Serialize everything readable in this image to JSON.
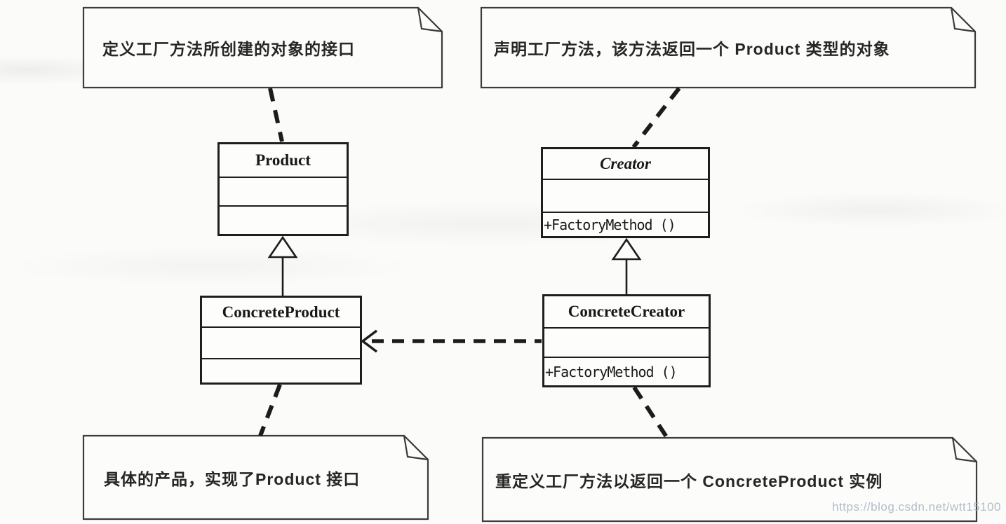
{
  "diagram": {
    "type": "uml-class-diagram",
    "pattern": "Factory Method",
    "notes": {
      "top_left": "定义工厂方法所创建的对象的接口",
      "top_right": "声明工厂方法，该方法返回一个 Product 类型的对象",
      "bottom_left": "具体的产品，实现了Product 接口",
      "bottom_right": "重定义工厂方法以返回一个 ConcreteProduct 实例"
    },
    "classes": {
      "product": {
        "name": "Product",
        "attributes": "",
        "operations": ""
      },
      "creator": {
        "name": "Creator",
        "attributes": "",
        "operations": "+FactoryMethod ()"
      },
      "concrete_product": {
        "name": "ConcreteProduct",
        "attributes": "",
        "operations": ""
      },
      "concrete_creator": {
        "name": "ConcreteCreator",
        "attributes": "",
        "operations": "+FactoryMethod ()"
      }
    },
    "relationships": [
      {
        "type": "generalization",
        "from": "ConcreteProduct",
        "to": "Product"
      },
      {
        "type": "generalization",
        "from": "ConcreteCreator",
        "to": "Creator"
      },
      {
        "type": "dependency",
        "from": "ConcreteCreator",
        "to": "ConcreteProduct"
      },
      {
        "type": "note-anchor",
        "from": "note.top_left",
        "to": "Product"
      },
      {
        "type": "note-anchor",
        "from": "note.top_right",
        "to": "Creator"
      },
      {
        "type": "note-anchor",
        "from": "note.bottom_left",
        "to": "ConcreteProduct"
      },
      {
        "type": "note-anchor",
        "from": "note.bottom_right",
        "to": "ConcreteCreator"
      }
    ],
    "colors": {
      "line": "#1c1c1c",
      "note_border": "#3c3c3c",
      "box_fill": "#fdfdfc",
      "background": "#fbfbf9",
      "watermark": "#a6b1c1"
    }
  },
  "watermark": "https://blog.csdn.net/wtt15100"
}
